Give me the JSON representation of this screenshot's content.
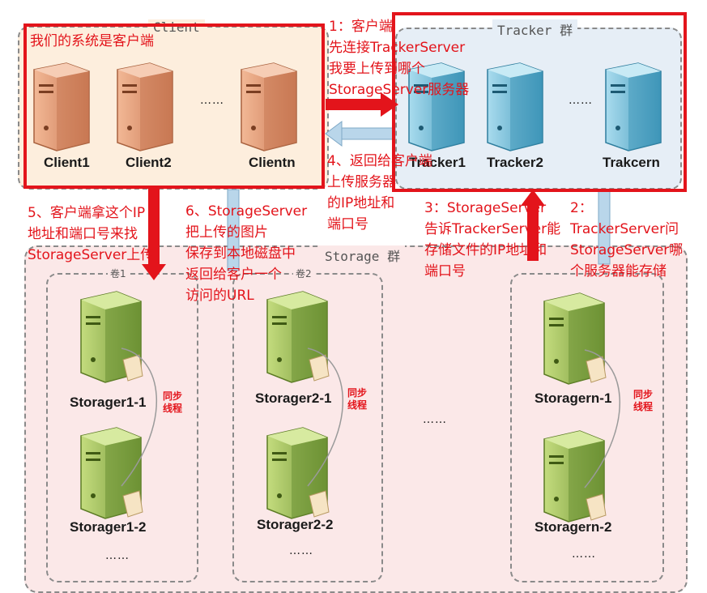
{
  "groups": {
    "client_title": "Client",
    "tracker_title": "Tracker 群",
    "storage_title": "Storage 群",
    "volume1_title": "卷1",
    "volume2_title": "卷2"
  },
  "clients": [
    "Client1",
    "Client2",
    "Clientn"
  ],
  "trackers": [
    "Tracker1",
    "Tracker2",
    "Trakcern"
  ],
  "storages": {
    "v1a": "Storager1-1",
    "v1b": "Storager1-2",
    "v2a": "Storager2-1",
    "v2b": "Storager2-2",
    "vna": "Storagern-1",
    "vnb": "Storagern-2"
  },
  "sync_label": [
    "同步",
    "线程"
  ],
  "ellipsis": "……",
  "annotations": {
    "client_note": "我们的系统是客户端",
    "step1": [
      "1：客户端",
      "先连接TrackerServer",
      "我要上传到哪个",
      "StorageServer服务器"
    ],
    "step2": [
      "2：",
      "TrackerServer问",
      "StorageServer哪",
      "个服务器能存储"
    ],
    "step3": [
      "3：StorageServer",
      "告诉TrackerServer能",
      "存储文件的IP地址和",
      "端口号"
    ],
    "step4": [
      "4、返回给客户端",
      "上传服务器",
      "的IP地址和",
      "端口号"
    ],
    "step5": [
      "5、客户端拿这个IP",
      "地址和端口号来找",
      "StorageServer上传"
    ],
    "step6": [
      "6、StorageServer",
      "把上传的图片",
      "保存到本地磁盘中",
      "返回给客户一个",
      "访问的URL"
    ]
  },
  "colors": {
    "annotation_red": "#e3141b",
    "client_fill": "#fdeedd",
    "tracker_fill": "#e6eef6",
    "storage_fill": "#fbe8e8",
    "client_server": "#d98e65",
    "tracker_server": "#5fb0cf",
    "storage_server": "#8fb04a"
  }
}
